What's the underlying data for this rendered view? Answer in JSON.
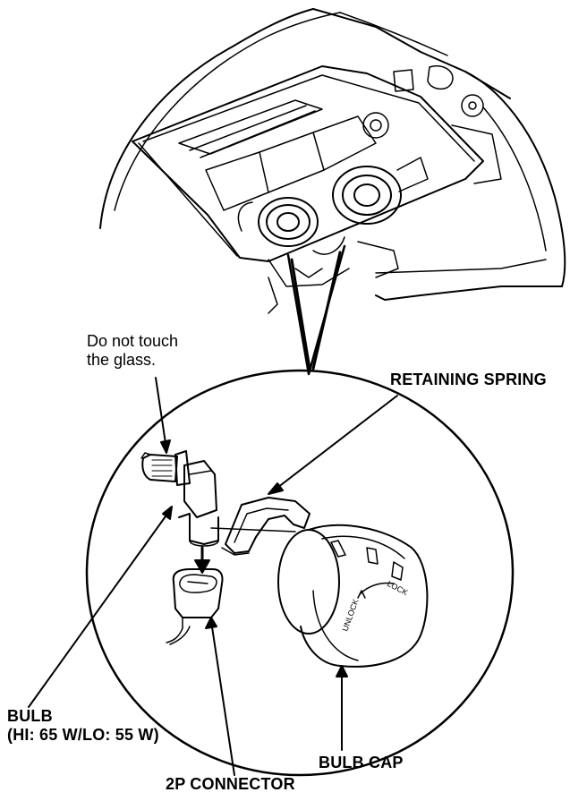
{
  "labels": {
    "note_line1": "Do not touch",
    "note_line2": "the glass.",
    "retaining_spring": "RETAINING SPRING",
    "bulb_line1": "BULB",
    "bulb_line2": "(HI: 65 W/LO: 55 W)",
    "bulb_cap": "BULB CAP",
    "connector": "2P CONNECTOR",
    "cap_lock": "LOCK",
    "cap_unlock": "UNLOCK"
  },
  "colors": {
    "ink": "#000000",
    "paper": "#ffffff"
  }
}
